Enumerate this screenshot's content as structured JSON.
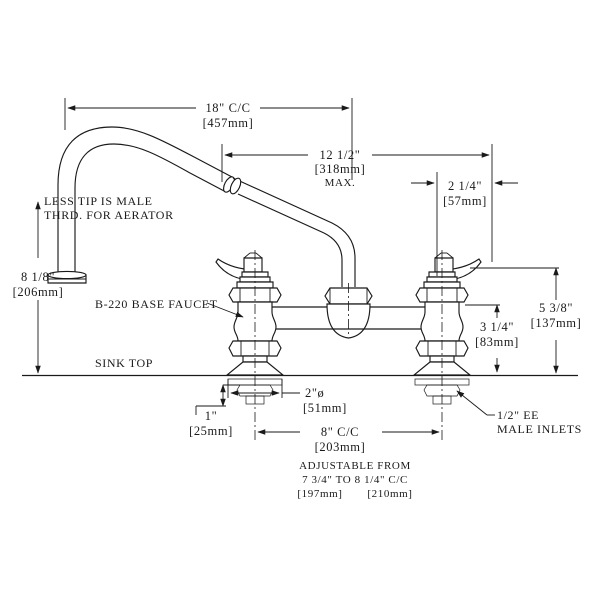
{
  "drawing": {
    "title_note": "B-220 BASE FAUCET",
    "sink_top_label": "SINK TOP",
    "spout_note_line1": "LESS TIP IS MALE",
    "spout_note_line2": "THRD. FOR AERATOR",
    "inlet_note_line1": "1/2\" EE",
    "inlet_note_line2": "MALE INLETS"
  },
  "dimensions": {
    "spout_reach": {
      "imperial": "18\"  C/C",
      "metric": "[457mm]"
    },
    "swing_spout": {
      "imperial": "12 1/2\"",
      "metric": "[318mm]",
      "qualifier": "MAX."
    },
    "handle_offset": {
      "imperial": "2 1/4\"",
      "metric": "[57mm]"
    },
    "spout_height": {
      "imperial": "8 1/8\"",
      "metric": "[206mm]"
    },
    "body_height": {
      "imperial": "5 3/8\"",
      "metric": "[137mm]"
    },
    "stem_height": {
      "imperial": "3 1/4\"",
      "metric": "[83mm]"
    },
    "shank_depth": {
      "imperial": "1\"",
      "metric": "[25mm]"
    },
    "hole_dia": {
      "imperial": "2\"ø",
      "metric": "[51mm]"
    },
    "inlet_centers": {
      "imperial": "8\"  C/C",
      "metric": "[203mm]"
    },
    "adjustable": {
      "line1": "ADJUSTABLE FROM",
      "line2": "7 3/4\" TO 8 1/4\"  C/C",
      "line3_left": "[197mm]",
      "line3_right": "[210mm]"
    }
  },
  "colors": {
    "line": "#1a1a1a",
    "background": "#ffffff",
    "hatch_fill": "#b9b9b9"
  }
}
